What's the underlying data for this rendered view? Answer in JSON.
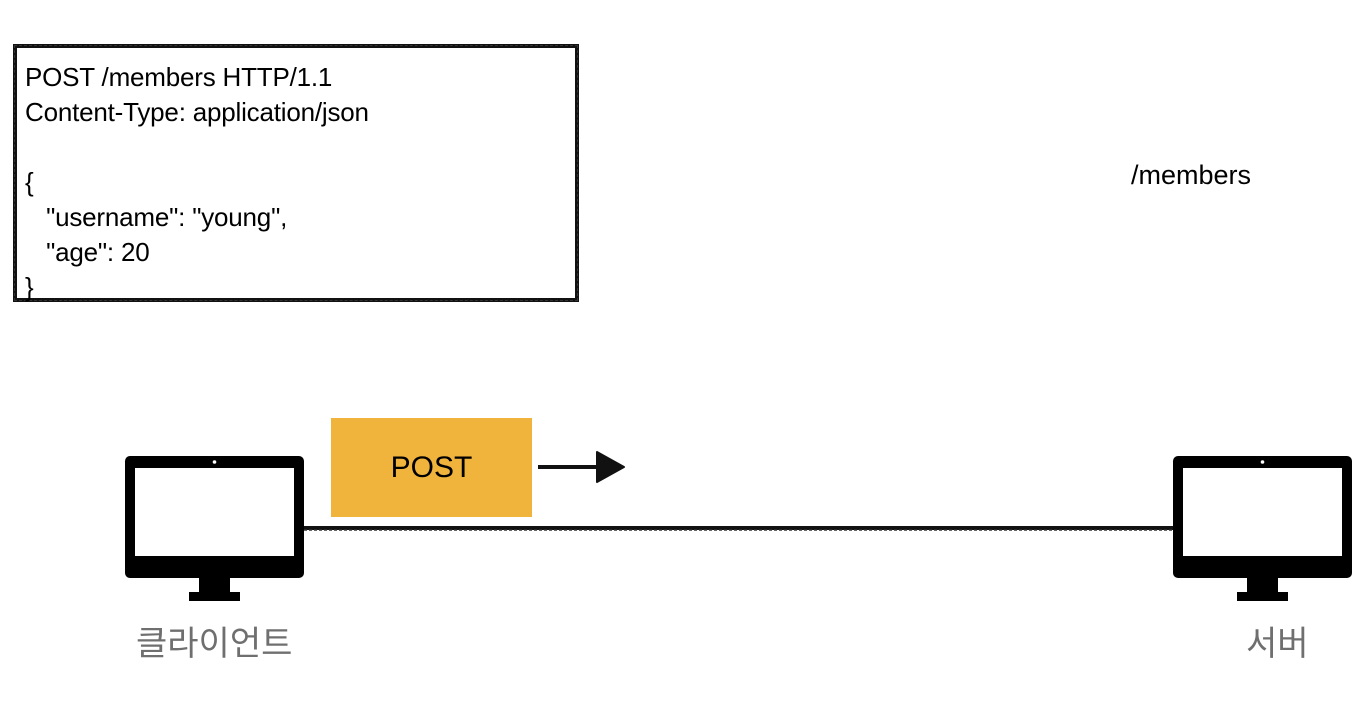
{
  "request": {
    "lines": [
      "POST /members HTTP/1.1",
      "Content-Type: application/json",
      "",
      "{",
      "   \"username\": \"young\",",
      "   \"age\": 20",
      "}"
    ]
  },
  "server_path": "/members",
  "method_badge": {
    "label": "POST",
    "color": "#f0b33c"
  },
  "client_label": "클라이언트",
  "server_label": "서버",
  "icons": {
    "client": "monitor-icon",
    "server": "monitor-icon",
    "arrow": "arrow-right-icon"
  }
}
